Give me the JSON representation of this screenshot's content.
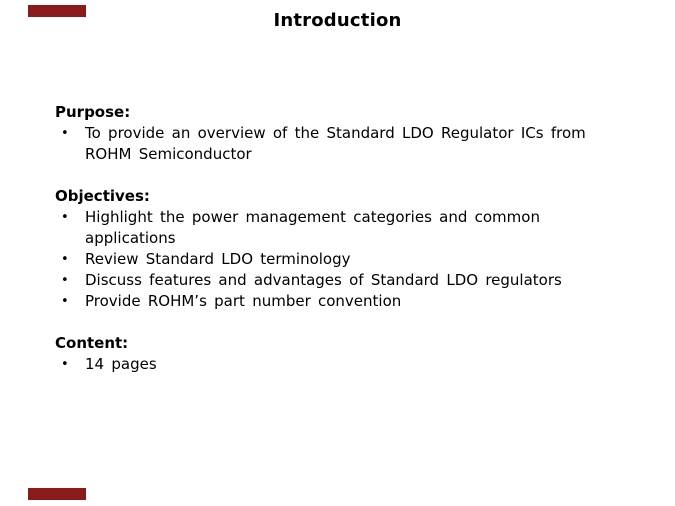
{
  "page": {
    "title": "Introduction"
  },
  "accent": {
    "bar_color": "#8b1a1a"
  },
  "bullet_glyph": "•",
  "sections": [
    {
      "heading": "Purpose:",
      "bullets": [
        "To provide an overview of the Standard LDO Regulator ICs from ROHM Semiconductor"
      ]
    },
    {
      "heading": "Objectives:",
      "bullets": [
        "Highlight the power management categories and common applications",
        "Review Standard LDO terminology",
        "Discuss features and advantages of Standard LDO regulators",
        "Provide ROHM’s part number convention"
      ]
    },
    {
      "heading": "Content:",
      "bullets": [
        "14 pages"
      ]
    }
  ]
}
